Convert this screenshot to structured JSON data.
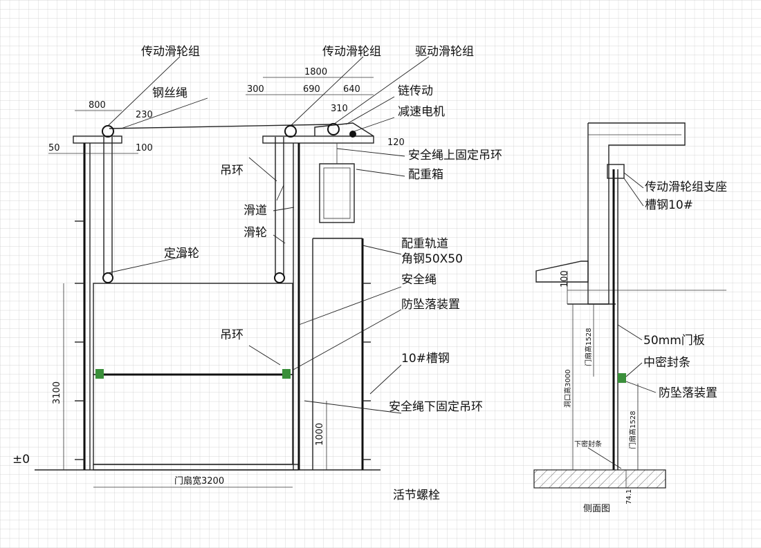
{
  "front_view": {
    "labels": {
      "drive_pulley_left": "传动滑轮组",
      "drive_pulley_mid": "传动滑轮组",
      "driving_pulley": "驱动滑轮组",
      "wire_rope": "钢丝绳",
      "chain_drive": "链传动",
      "reducer_motor": "减速电机",
      "safety_rope_top_ring": "安全绳上固定吊环",
      "lifting_ring_top": "吊环",
      "counterweight_box": "配重箱",
      "slide_way": "滑道",
      "pulley": "滑轮",
      "counterweight_track": "配重轨道",
      "angle_steel": "角钢50X50",
      "fixed_pulley": "定滑轮",
      "safety_rope": "安全绳",
      "anti_fall": "防坠落装置",
      "lifting_ring_mid": "吊环",
      "channel_steel": "10#槽钢",
      "safety_rope_bottom_ring": "安全绳下固定吊环",
      "live_bolt": "活节螺栓",
      "ground_level": "±0"
    },
    "dimensions": {
      "d1800": "1800",
      "d300": "300",
      "d690": "690",
      "d640": "640",
      "d310": "310",
      "d120": "120",
      "d800": "800",
      "d230": "230",
      "d50": "50",
      "d100": "100",
      "d3100": "3100",
      "d1000": "1000",
      "door_width": "门扇宽3200"
    }
  },
  "side_view": {
    "labels": {
      "pulley_support": "传动滑轮组支座",
      "channel_steel_10": "槽钢10#",
      "door_plate": "50mm门板",
      "mid_seal": "中密封条",
      "anti_fall": "防坠落装置",
      "bottom_seal": "下密封条",
      "title": "侧面图"
    },
    "dimensions": {
      "d100": "100",
      "leaf_height_top": "门扇高1528",
      "opening_height": "洞口高3000",
      "leaf_height_bottom": "门扇高1528",
      "d74": "74.1"
    }
  }
}
